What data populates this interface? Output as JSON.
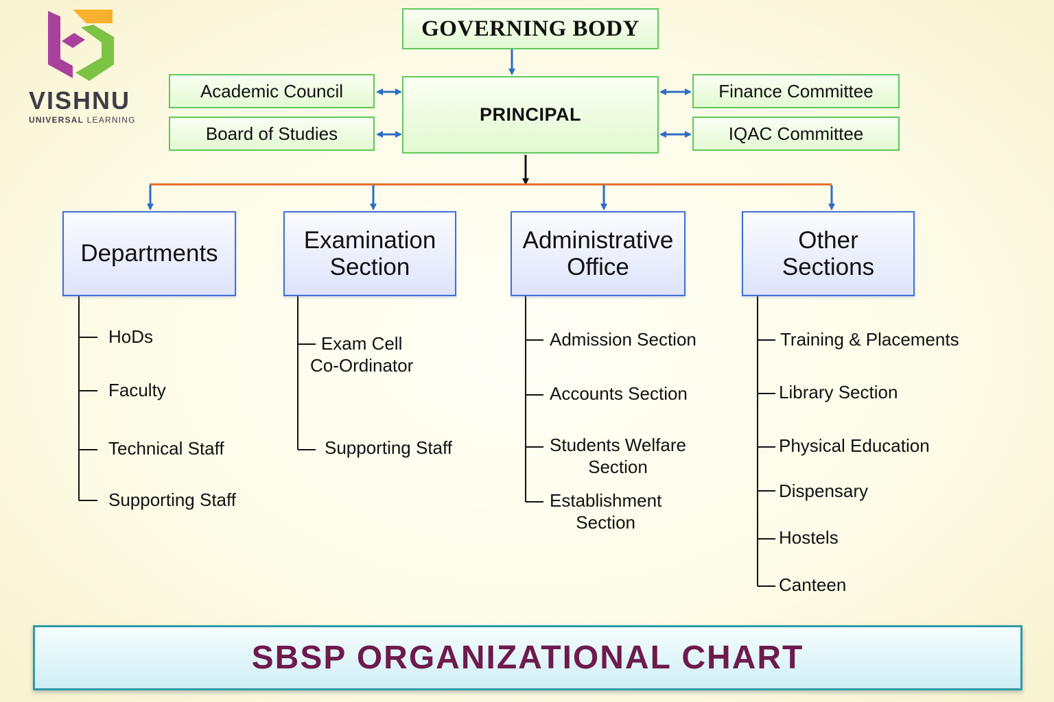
{
  "logo": {
    "word": "VISHNU",
    "subtitle_bold": "UNIVERSAL",
    "subtitle_rest": " LEARNING",
    "colors": {
      "purple": "#a9419c",
      "orange": "#f7b12e",
      "green": "#7cc243"
    }
  },
  "top": {
    "governing_body": "GOVERNING BODY",
    "principal": "PRINCIPAL",
    "left": [
      "Academic Council",
      "Board of Studies"
    ],
    "right": [
      "Finance Committee",
      "IQAC Committee"
    ]
  },
  "sections": [
    {
      "title": "Departments",
      "items": [
        "HoDs",
        "Faculty",
        "Technical Staff",
        "Supporting Staff"
      ]
    },
    {
      "title": "Examination\nSection",
      "items": [
        "Exam Cell\nCo-Ordinator",
        "Supporting Staff"
      ]
    },
    {
      "title": "Administrative\nOffice",
      "items": [
        "Admission Section",
        "Accounts Section",
        "Students Welfare\nSection",
        "Establishment\nSection"
      ]
    },
    {
      "title": "Other\nSections",
      "items": [
        "Training & Placements",
        "Library Section",
        "Physical Education",
        "Dispensary",
        "Hostels",
        "Canteen"
      ]
    }
  ],
  "footer": {
    "title": "SBSP ORGANIZATIONAL CHART"
  },
  "colors": {
    "green_border": "#5cc95c",
    "blue_border": "#3f6fd9",
    "connector_orange": "#e8692a",
    "arrow_blue": "#2f6cc4",
    "footer_text": "#6e1a4d"
  }
}
